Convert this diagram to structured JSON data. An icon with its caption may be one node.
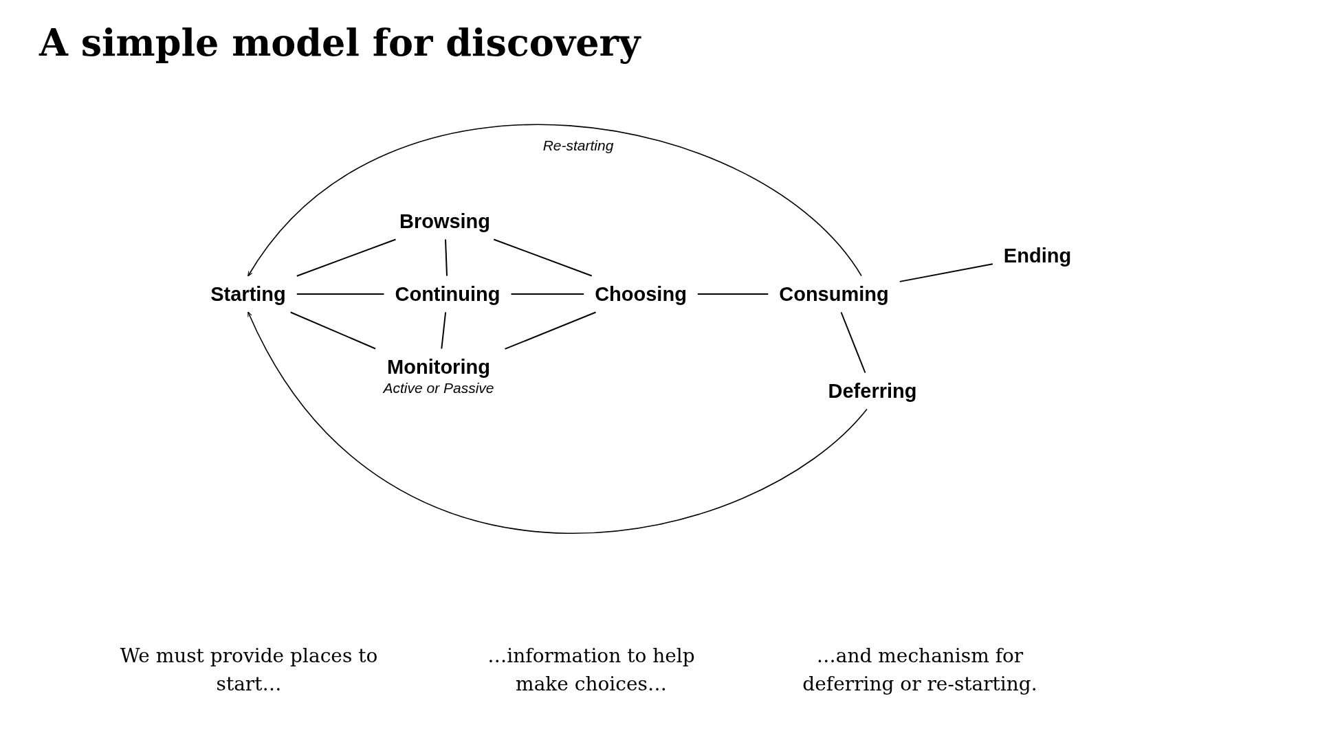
{
  "diagram": {
    "title": "A simple model for discovery",
    "nodes": [
      {
        "text": [
          "Starting"
        ]
      },
      {
        "text": [
          "Browsing"
        ]
      },
      {
        "text": [
          "Continuing"
        ]
      },
      {
        "text": [
          "Monitoring"
        ],
        "beside": [
          "Active or Passive"
        ]
      },
      {
        "text": [
          "Choosing"
        ]
      },
      {
        "text": [
          "Consuming"
        ]
      },
      {
        "text": [
          "Ending"
        ]
      },
      {
        "text": [
          "Deferring"
        ]
      }
    ],
    "edges": [
      {
        "from": 0,
        "to": 1,
        "arrow": "none"
      },
      {
        "from": 0,
        "to": 2,
        "arrow": "none"
      },
      {
        "from": 0,
        "to": 3,
        "arrow": "none"
      },
      {
        "from": 1,
        "to": 2,
        "arrow": "none"
      },
      {
        "from": 2,
        "to": 3,
        "arrow": "none"
      },
      {
        "from": 1,
        "to": 4,
        "arrow": "none"
      },
      {
        "from": 2,
        "to": 4,
        "arrow": "none"
      },
      {
        "from": 3,
        "to": 4,
        "arrow": "none"
      },
      {
        "from": 4,
        "to": 5,
        "arrow": "none"
      },
      {
        "from": 5,
        "to": 6,
        "arrow": "none"
      },
      {
        "from": 5,
        "to": 7,
        "arrow": "none"
      },
      {
        "from": 5,
        "to": 0,
        "arrow": "to",
        "label": "Re-starting"
      },
      {
        "from": 7,
        "to": 0,
        "arrow": "to"
      }
    ],
    "labels": [
      "We must provide places to start…",
      "…information to help make choices…",
      "…and mechanism for deferring or re-starting."
    ]
  }
}
